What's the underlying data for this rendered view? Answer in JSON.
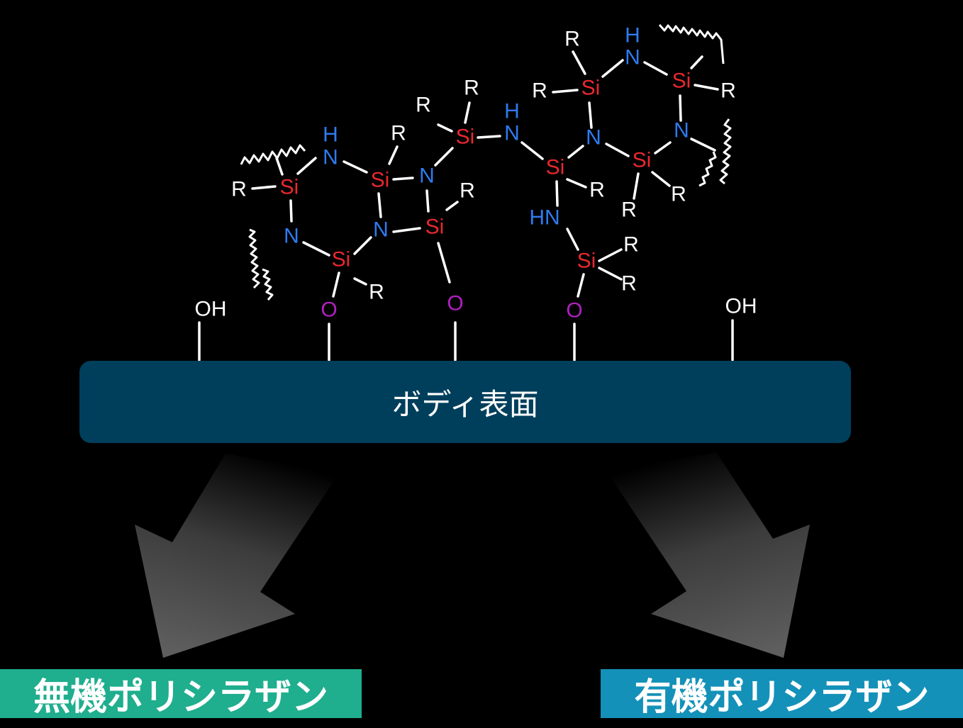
{
  "colors": {
    "silicon": "#e8282e",
    "nitrogen": "#2f7bf0",
    "oxygen": "#b020c0",
    "bond": "#ffffff",
    "body_surface": "#003f5c",
    "inorganic_box": "#1fae8e",
    "organic_box": "#1491b8",
    "arrow": "#5a5a5a"
  },
  "atoms": {
    "si": "Si",
    "n": "N",
    "nh": "HN",
    "h": "H",
    "o": "O",
    "r": "R",
    "oh": "OH"
  },
  "surface": {
    "label": "ボディ表面"
  },
  "labels": {
    "inorganic": "無機ポリシラザン",
    "organic": "有機ポリシラザン"
  }
}
